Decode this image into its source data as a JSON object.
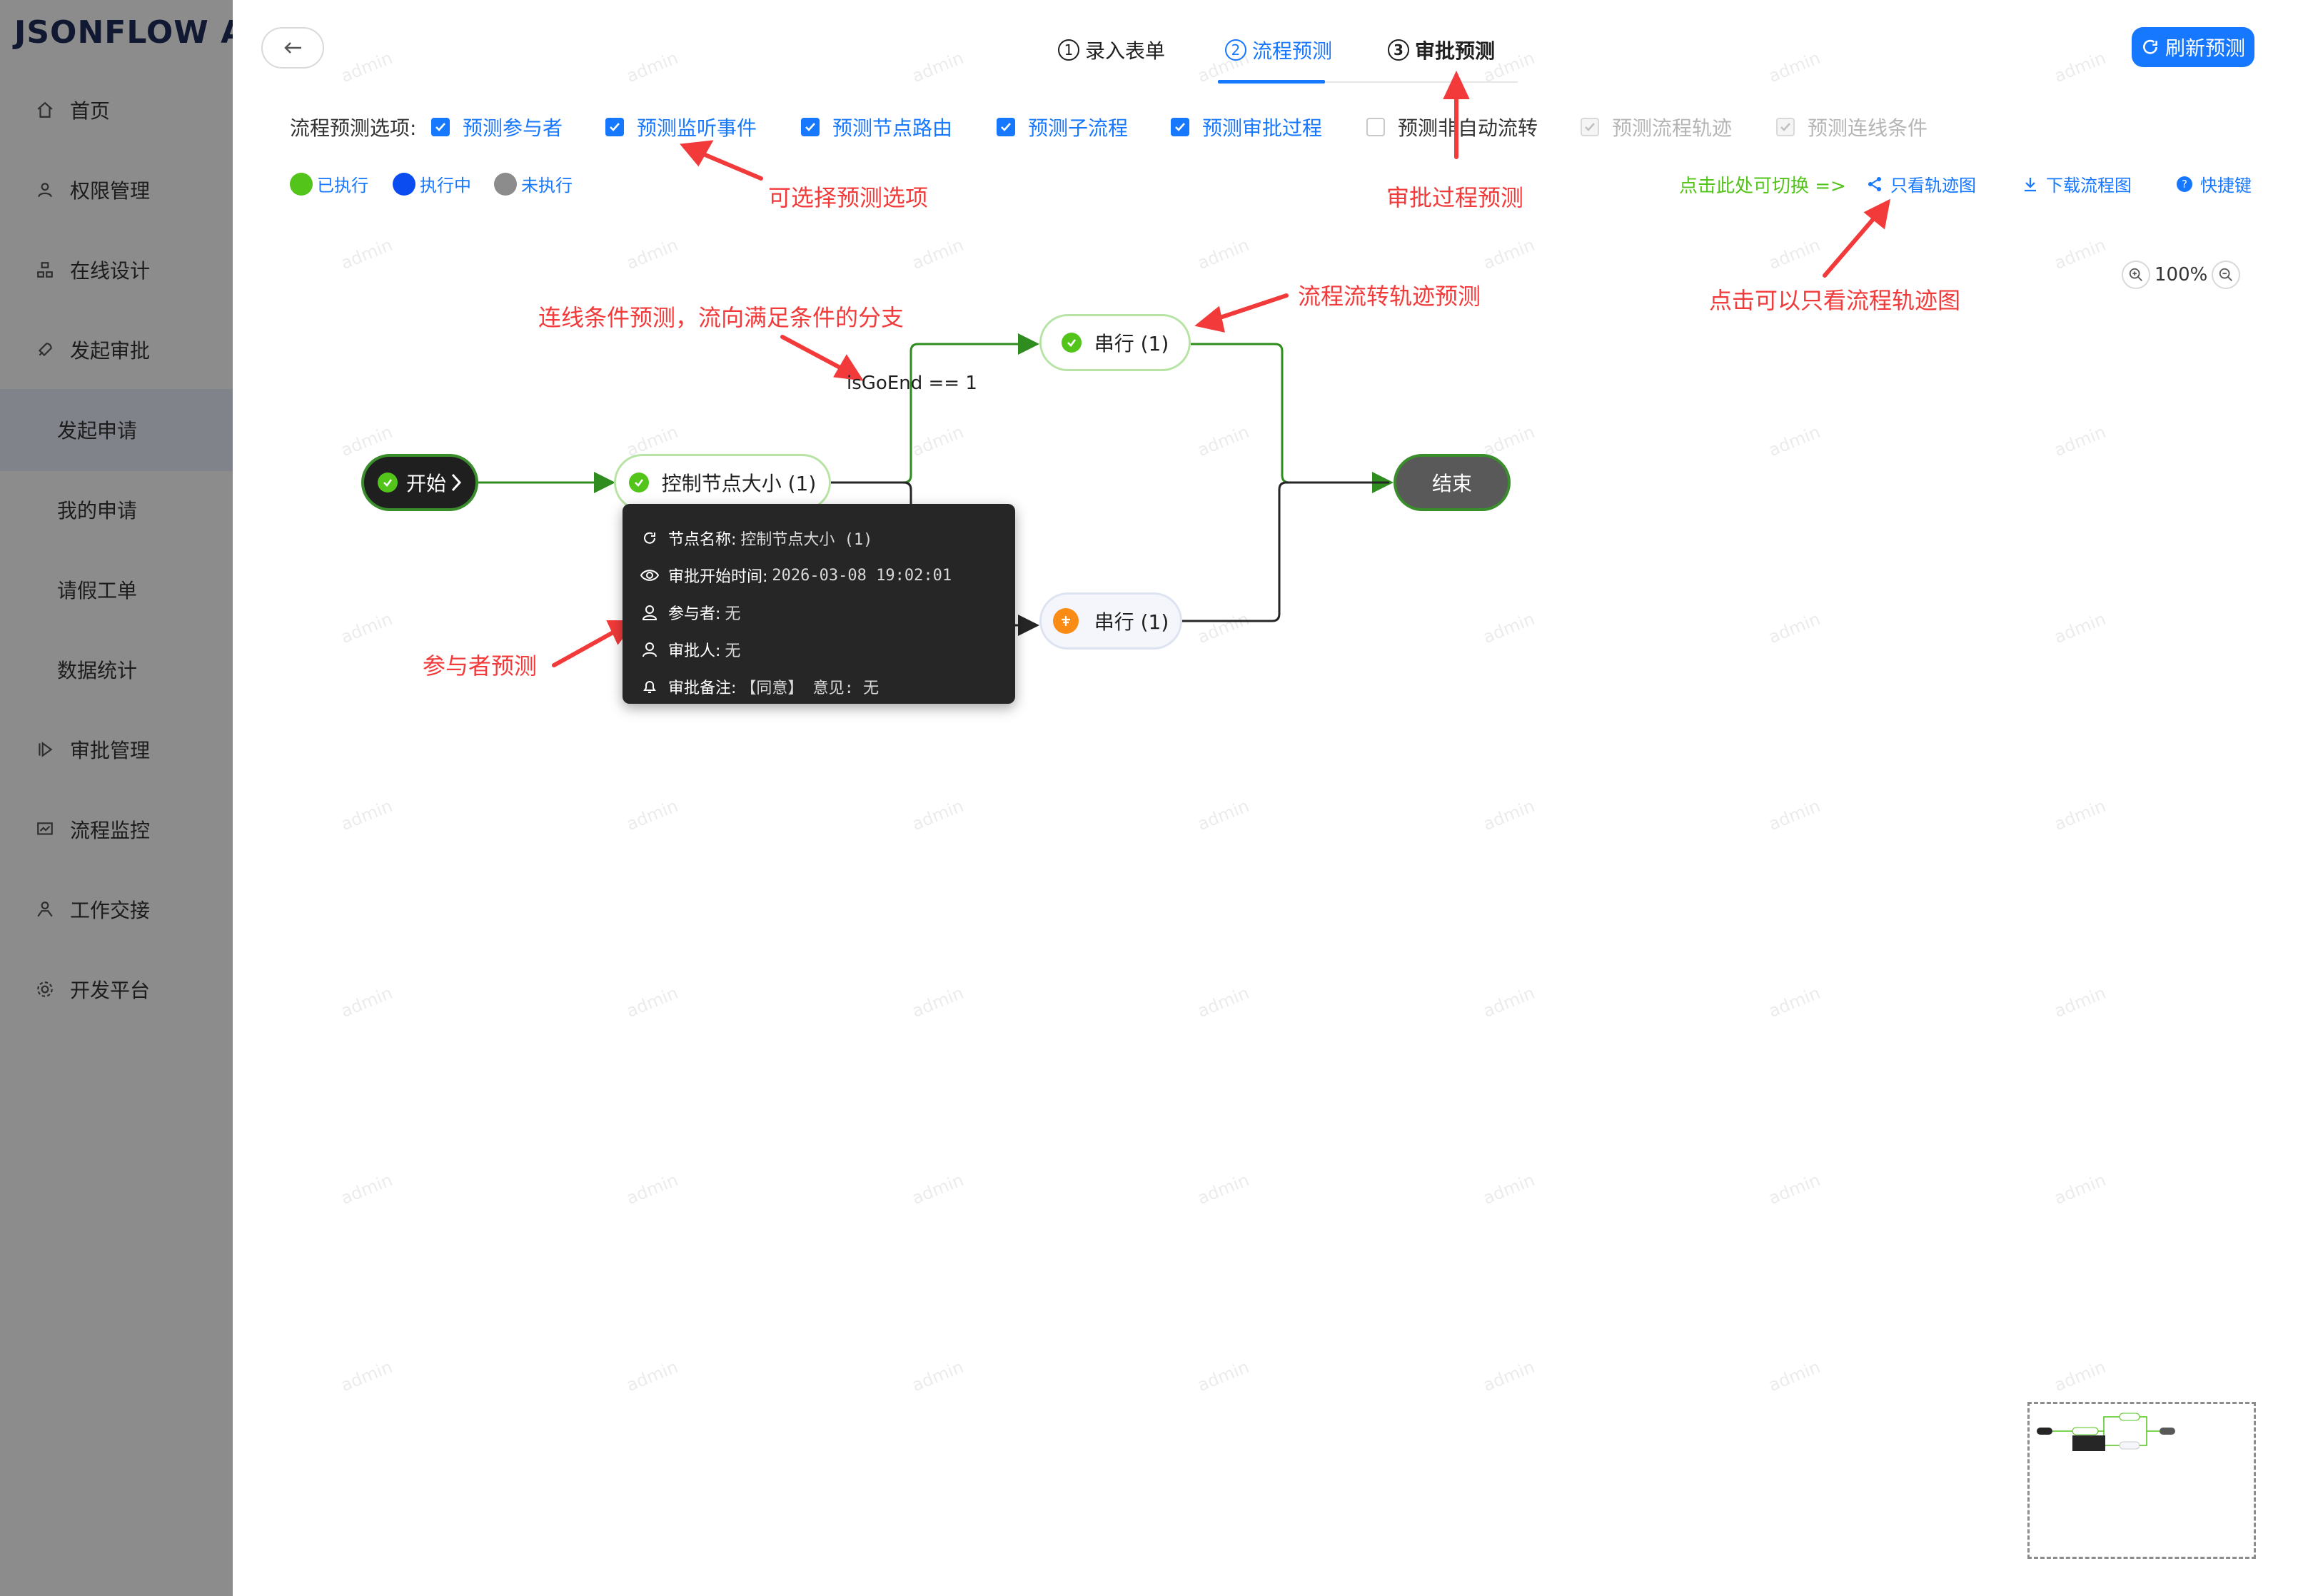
{
  "brand": "JSONFLOW AD",
  "sidebar": {
    "items": [
      {
        "label": "首页",
        "icon": "home-icon"
      },
      {
        "label": "权限管理",
        "icon": "user-icon"
      },
      {
        "label": "在线设计",
        "icon": "design-icon"
      },
      {
        "label": "发起审批",
        "icon": "rocket-icon"
      },
      {
        "label": "发起申请",
        "icon": ""
      },
      {
        "label": "我的申请",
        "icon": ""
      },
      {
        "label": "请假工单",
        "icon": ""
      },
      {
        "label": "数据统计",
        "icon": ""
      },
      {
        "label": "审批管理",
        "icon": "play-icon"
      },
      {
        "label": "流程监控",
        "icon": "monitor-icon"
      },
      {
        "label": "工作交接",
        "icon": "handover-icon"
      },
      {
        "label": "开发平台",
        "icon": "settings-icon"
      }
    ]
  },
  "steps": [
    {
      "num": "1",
      "label": "录入表单",
      "state": "done"
    },
    {
      "num": "2",
      "label": "流程预测",
      "state": "active"
    },
    {
      "num": "3",
      "label": "审批预测",
      "state": "normal"
    }
  ],
  "refresh_label": "刷新预测",
  "options_label": "流程预测选项:",
  "options": [
    {
      "label": "预测参与者",
      "checked": true,
      "disabled": false
    },
    {
      "label": "预测监听事件",
      "checked": true,
      "disabled": false
    },
    {
      "label": "预测节点路由",
      "checked": true,
      "disabled": false
    },
    {
      "label": "预测子流程",
      "checked": true,
      "disabled": false
    },
    {
      "label": "预测审批过程",
      "checked": true,
      "disabled": false
    },
    {
      "label": "预测非自动流转",
      "checked": false,
      "disabled": false
    },
    {
      "label": "预测流程轨迹",
      "checked": true,
      "disabled": true
    },
    {
      "label": "预测连线条件",
      "checked": true,
      "disabled": true
    }
  ],
  "legend": [
    {
      "label": "已执行",
      "color": "#52c41a"
    },
    {
      "label": "执行中",
      "color": "#0b4cf0"
    },
    {
      "label": "未执行",
      "color": "#8c8c8c"
    }
  ],
  "switch_hint": "点击此处可切换 =>",
  "tools": {
    "track_only": "只看轨迹图",
    "download": "下载流程图",
    "shortcuts": "快捷键"
  },
  "zoom_level": "100%",
  "flow": {
    "start": "开始",
    "ctrl": "控制节点大小 (1)",
    "serial_top": "串行 (1)",
    "serial_bottom": "串行 (1)",
    "end": "结束",
    "condition": "isGoEnd == 1"
  },
  "tooltip": {
    "rows": [
      {
        "label": "节点名称:",
        "value": "控制节点大小 (1)",
        "icon": "refresh-icon"
      },
      {
        "label": "审批开始时间:",
        "value": "2026-03-08 19:02:01",
        "icon": "eye-icon"
      },
      {
        "label": "参与者:",
        "value": "无",
        "icon": "participant-icon"
      },
      {
        "label": "审批人:",
        "value": "无",
        "icon": "approver-icon"
      },
      {
        "label": "审批备注:",
        "value": "【同意】 意见: 无",
        "icon": "bell-icon"
      }
    ]
  },
  "annotations": {
    "options": "可选择预测选项",
    "approval": "审批过程预测",
    "condition": "连线条件预测，流向满足条件的分支",
    "track": "流程流转轨迹预测",
    "track_only": "点击可以只看流程轨迹图",
    "participant": "参与者预测"
  },
  "watermark": "admin",
  "colors": {
    "primary": "#1677ff",
    "success": "#52c41a",
    "annotation": "#f23a3a",
    "edge": "#3a8d2b"
  }
}
